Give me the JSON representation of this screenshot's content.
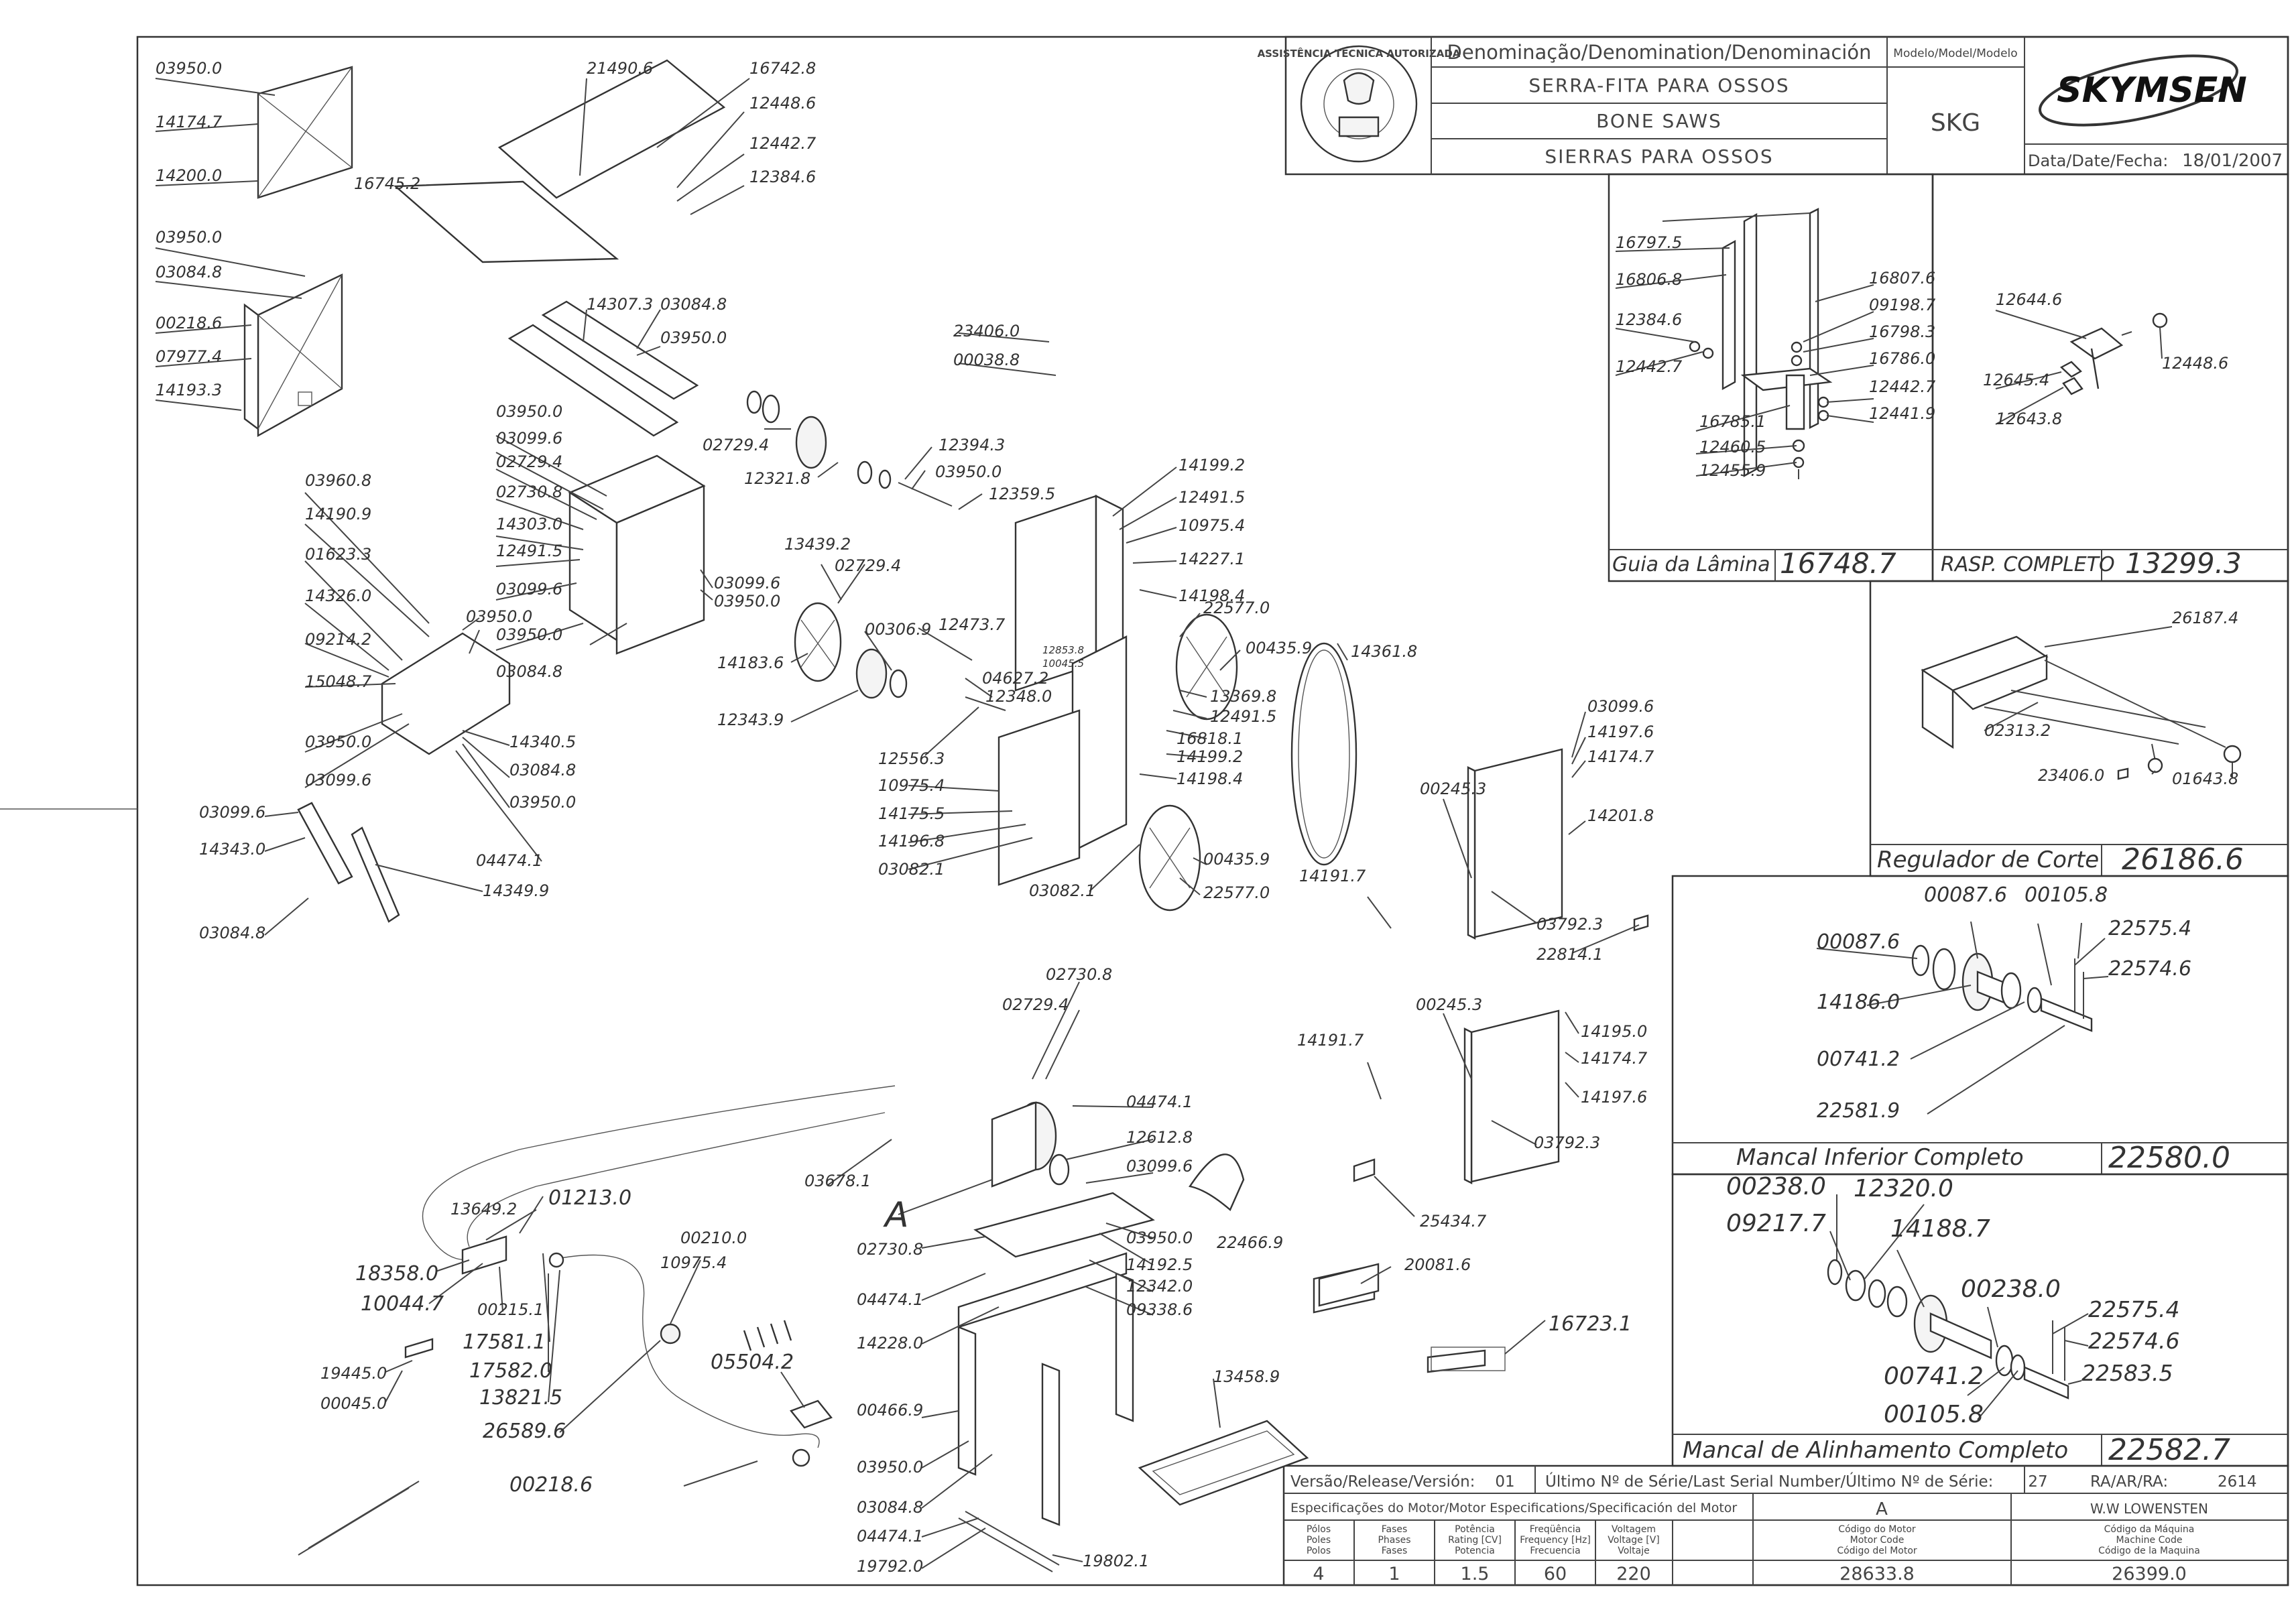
{
  "header": {
    "denomination_label": "Denominação/Denomination/Denominación",
    "names": [
      "SERRA-FITA PARA OSSOS",
      "BONE SAWS",
      "SIERRAS PARA OSSOS"
    ],
    "model_label": "Modelo/Model/Modelo",
    "model": "SKG",
    "brand": "SKYMSEN",
    "date_label": "Data/Date/Fecha:",
    "date": "18/01/2007",
    "seal_text": "ASSISTÊNCIA TÉCNICA AUTORIZADA"
  },
  "assemblies": [
    {
      "title": "Guia da Lâmina",
      "code": "16748.7"
    },
    {
      "title": "RASP. COMPLETO",
      "code": "13299.3"
    },
    {
      "title": "Regulador de Corte",
      "code": "26186.6"
    },
    {
      "title": "Mancal Inferior Completo",
      "code": "22580.0"
    },
    {
      "title": "Mancal de Alinhamento Completo",
      "code": "22582.7"
    }
  ],
  "labels": {
    "p1": "03950.0",
    "p2": "14174.7",
    "p3": "14200.0",
    "p4": "21490.6",
    "p5": "16742.8",
    "p6": "12448.6",
    "p7": "12442.7",
    "p8": "12384.6",
    "p9": "16745.2",
    "p10": "03950.0",
    "p11": "03084.8",
    "p12": "00218.6",
    "p13": "07977.4",
    "p14": "14193.3",
    "p15": "14307.3",
    "p16": "03084.8",
    "p17": "03950.0",
    "p18": "03950.0",
    "p19": "03099.6",
    "p20": "02729.4",
    "p21": "02730.8",
    "p22": "14303.0",
    "p23": "12491.5",
    "p24": "03099.6",
    "p25": "03950.0",
    "p26": "03084.8",
    "p27": "03099.6",
    "p28": "03950.0",
    "p29": "03960.8",
    "p30": "14190.9",
    "p31": "01623.3",
    "p32": "14326.0",
    "p33": "03950.0",
    "p34": "09214.2",
    "p35": "15048.7",
    "p36": "03950.0",
    "p37": "03099.6",
    "p38": "14340.5",
    "p39": "03084.8",
    "p40": "03950.0",
    "p41": "03099.6",
    "p42": "14343.0",
    "p43": "03084.8",
    "p44": "14349.9",
    "p45": "04474.1",
    "p46": "02729.4",
    "p47": "12321.8",
    "p48": "23406.0",
    "p49": "00038.8",
    "p50": "12394.3",
    "p51": "03950.0",
    "p52": "12359.5",
    "p53": "13439.2",
    "p54": "02729.4",
    "p55": "00306.9",
    "p56": "14183.6",
    "p57": "12343.9",
    "p58": "12473.7",
    "p59": "04627.2",
    "p60": "12348.0",
    "p61": "12556.3",
    "p62": "10975.4",
    "p63": "14175.5",
    "p64": "14196.8",
    "p65": "03082.1",
    "p66": "03082.1",
    "p67": "14199.2",
    "p68": "12491.5",
    "p69": "10975.4",
    "p70": "14227.1",
    "p71": "14198.4",
    "p72": "22577.0",
    "p73": "00435.9",
    "p74": "12853.8",
    "p75": "10045.5",
    "p76": "13369.8",
    "p77": "12491.5",
    "p78": "16818.1",
    "p79": "14199.2",
    "p80": "14198.4",
    "p81": "00435.9",
    "p82": "22577.0",
    "p83": "14361.8",
    "p84": "03099.6",
    "p85": "14197.6",
    "p86": "14174.7",
    "p87": "00245.3",
    "p88": "14201.8",
    "p89": "14191.7",
    "p90": "03792.3",
    "p91": "22814.1",
    "p92": "00245.3",
    "p93": "14195.0",
    "p94": "14174.7",
    "p95": "14191.7",
    "p96": "14197.6",
    "p97": "03792.3",
    "p98": "25434.7",
    "p99": "20081.6",
    "p100": "16723.1",
    "p101": "02730.8",
    "p102": "02729.4",
    "p103": "04474.1",
    "p104": "12612.8",
    "p105": "03099.6",
    "p106": "03678.1",
    "p107": "A",
    "p108": "02730.8",
    "p109": "03950.0",
    "p110": "22466.9",
    "p111": "14192.5",
    "p112": "12342.0",
    "p113": "09338.6",
    "p114": "04474.1",
    "p115": "14228.0",
    "p116": "13458.9",
    "p117": "00466.9",
    "p118": "03950.0",
    "p119": "03084.8",
    "p120": "04474.1",
    "p121": "19792.0",
    "p122": "19802.1",
    "p123": "13649.2",
    "p124": "01213.0",
    "p125": "18358.0",
    "p126": "10044.7",
    "p127": "00215.1",
    "p128": "17581.1",
    "p129": "17582.0",
    "p130": "13821.5",
    "p131": "19445.0",
    "p132": "00045.0",
    "p133": "26589.6",
    "p134": "00210.0",
    "p135": "10975.4",
    "p136": "05504.2",
    "p137": "00218.6",
    "g1": "16797.5",
    "g2": "16806.8",
    "g3": "12384.6",
    "g4": "12442.7",
    "g5": "16785.1",
    "g6": "12460.5",
    "g7": "12455.9",
    "g8": "16807.6",
    "g9": "09198.7",
    "g10": "16798.3",
    "g11": "16786.0",
    "g12": "12442.7",
    "g13": "12441.9",
    "r1": "12644.6",
    "r2": "12448.6",
    "r3": "12645.4",
    "r4": "12643.8",
    "c1": "26187.4",
    "c2": "02313.2",
    "c3": "23406.0",
    "c4": "01643.8",
    "m1": "00087.6",
    "m2": "00105.8",
    "m3": "00087.6",
    "m4": "22575.4",
    "m5": "22574.6",
    "m6": "14186.0",
    "m7": "00741.2",
    "m8": "22581.9",
    "a1": "00238.0",
    "a2": "12320.0",
    "a3": "09217.7",
    "a4": "14188.7",
    "a5": "00238.0",
    "a6": "22575.4",
    "a7": "22574.6",
    "a8": "00741.2",
    "a9": "22583.5",
    "a10": "00105.8"
  },
  "footer": {
    "version_label": "Versão/Release/Versión:",
    "version": "01",
    "serial_label": "Último Nº de Série/Last Serial Number/Último Nº de Série:",
    "serial": "27",
    "ra_label": "RA/AR/RA:",
    "ra": "2614",
    "motor_spec_label": "Especificações do Motor/Motor Especifications/Specificación del Motor",
    "motor_variant": "A",
    "manufacturer": "W.W LOWENSTEN",
    "columns": [
      {
        "header": [
          "Pólos",
          "Poles",
          "Polos"
        ],
        "value": "4"
      },
      {
        "header": [
          "Fases",
          "Phases",
          "Fases"
        ],
        "value": "1"
      },
      {
        "header": [
          "Potência",
          "Rating [CV]",
          "Potencia"
        ],
        "value": "1.5"
      },
      {
        "header": [
          "Freqüência",
          "Frequency [Hz]",
          "Frecuencia"
        ],
        "value": "60"
      },
      {
        "header": [
          "Voltagem",
          "Voltage [V]",
          "Voltaje"
        ],
        "value": "220"
      },
      {
        "header": [
          "Código do Motor",
          "Motor Code",
          "Código del Motor"
        ],
        "value": "28633.8"
      },
      {
        "header": [
          "Código da Máquina",
          "Machine Code",
          "Código de la Maquina"
        ],
        "value": "26399.0"
      }
    ]
  }
}
